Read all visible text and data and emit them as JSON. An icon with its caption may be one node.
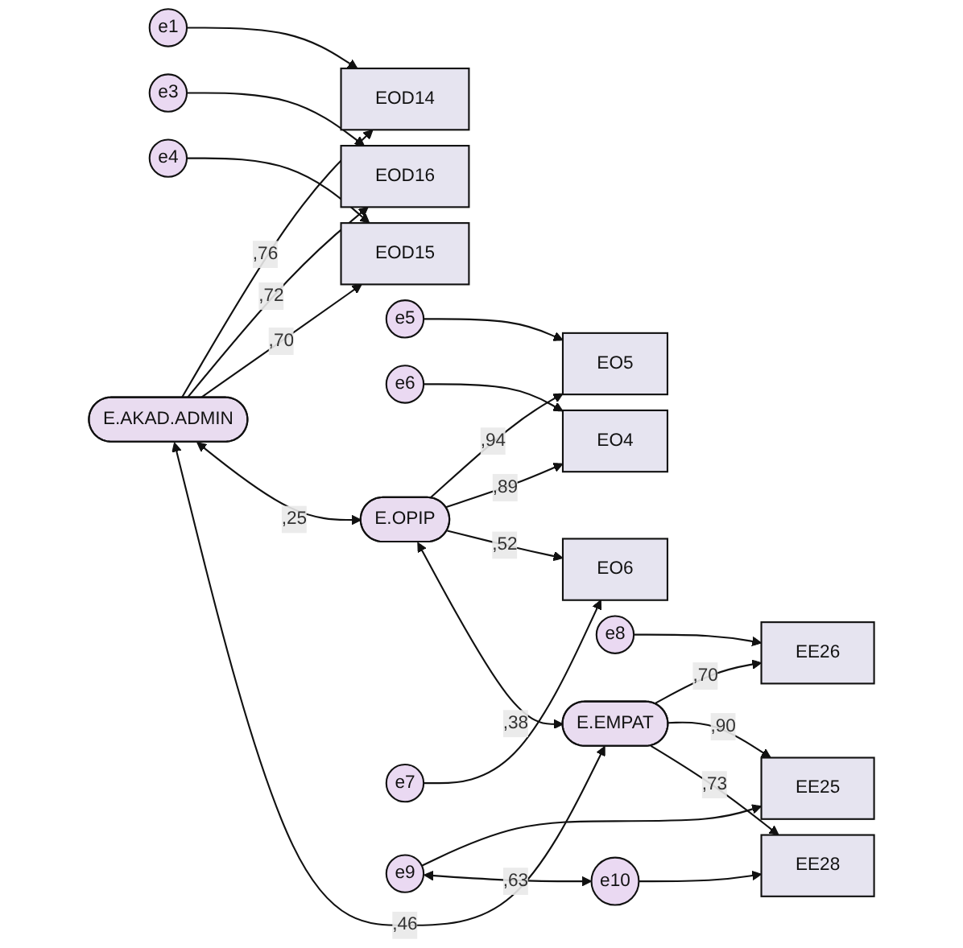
{
  "diagram": {
    "nodes": [
      {
        "text": [
          "e1"
        ]
      },
      {
        "text": [
          "EOD14"
        ]
      },
      {
        "text": [
          "e3"
        ]
      },
      {
        "text": [
          "EOD16"
        ]
      },
      {
        "text": [
          "E.AKAD.ADMIN"
        ]
      },
      {
        "text": [
          "e4"
        ]
      },
      {
        "text": [
          "EOD15"
        ]
      },
      {
        "text": [
          "e5"
        ]
      },
      {
        "text": [
          "EO5"
        ]
      },
      {
        "text": [
          "e6"
        ]
      },
      {
        "text": [
          "EO4"
        ]
      },
      {
        "text": [
          "E.OPIP"
        ]
      },
      {
        "text": [
          "e7"
        ]
      },
      {
        "text": [
          "EO6"
        ]
      },
      {
        "text": [
          "e8"
        ]
      },
      {
        "text": [
          "EE26"
        ]
      },
      {
        "text": [
          "e9"
        ]
      },
      {
        "text": [
          "EE25"
        ]
      },
      {
        "text": [
          "E.EMPAT"
        ]
      },
      {
        "text": [
          "e10"
        ]
      },
      {
        "text": [
          "EE28"
        ]
      }
    ],
    "edges": [
      {
        "from": 0,
        "to": 1,
        "arrow": "to"
      },
      {
        "from": 2,
        "to": 3,
        "arrow": "to"
      },
      {
        "from": 5,
        "to": 6,
        "arrow": "to"
      },
      {
        "from": 4,
        "to": 1,
        "arrow": "to",
        "label": ",76"
      },
      {
        "from": 4,
        "to": 3,
        "arrow": "to",
        "label": ",72"
      },
      {
        "from": 4,
        "to": 6,
        "arrow": "to",
        "label": ",70"
      },
      {
        "from": 7,
        "to": 8,
        "arrow": "to"
      },
      {
        "from": 9,
        "to": 10,
        "arrow": "to"
      },
      {
        "from": 12,
        "to": 13,
        "arrow": "to"
      },
      {
        "from": 11,
        "to": 8,
        "arrow": "to",
        "label": ",94"
      },
      {
        "from": 11,
        "to": 10,
        "arrow": "to",
        "label": ",89"
      },
      {
        "from": 11,
        "to": 13,
        "arrow": "to",
        "label": ",52"
      },
      {
        "from": 14,
        "to": 15,
        "arrow": "to"
      },
      {
        "from": 16,
        "to": 17,
        "arrow": "to"
      },
      {
        "from": 19,
        "to": 20,
        "arrow": "to"
      },
      {
        "from": 18,
        "to": 15,
        "arrow": "to",
        "label": ",70"
      },
      {
        "from": 18,
        "to": 17,
        "arrow": "to",
        "label": ",90"
      },
      {
        "from": 18,
        "to": 20,
        "arrow": "to",
        "label": ",73"
      },
      {
        "from": 4,
        "to": 11,
        "arrow": "both",
        "label": ",25"
      },
      {
        "from": 11,
        "to": 18,
        "arrow": "both",
        "label": ",38"
      },
      {
        "from": 4,
        "to": 18,
        "arrow": "both",
        "label": ",46"
      },
      {
        "from": 16,
        "to": 19,
        "arrow": "both",
        "label": ",63"
      }
    ]
  }
}
